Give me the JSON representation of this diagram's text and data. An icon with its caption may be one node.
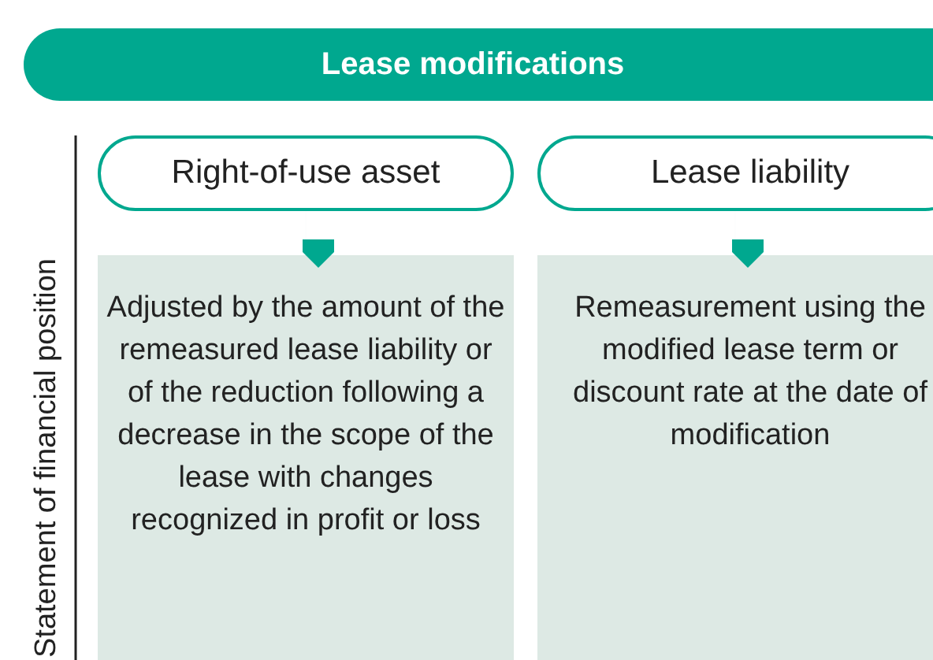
{
  "diagram": {
    "nodes": [
      {
        "text": [
          "Lease modifications"
        ]
      },
      {
        "text": [
          "Right-of-use asset"
        ]
      },
      {
        "text": [
          "Lease liability"
        ]
      },
      {
        "text": [
          "Adjusted by the amount of the remeasured lease liability or of the reduction following a decrease in the scope of the lease with changes recognized in profit or loss"
        ]
      },
      {
        "text": [
          "Remeasurement using the modified lease term or discount rate at the date of modification"
        ]
      }
    ],
    "edges": [
      {
        "from": 1,
        "to": 3,
        "arrow": "to"
      },
      {
        "from": 2,
        "to": 4,
        "arrow": "to"
      }
    ],
    "labels": [
      "Statement of financial position"
    ]
  }
}
